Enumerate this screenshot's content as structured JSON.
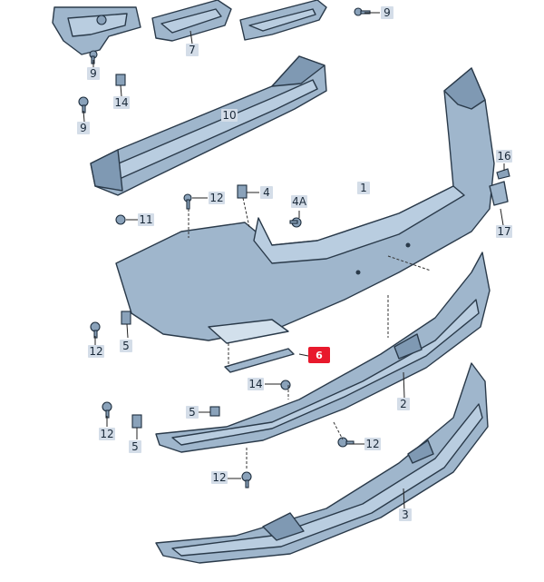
{
  "callouts": [
    {
      "id": "9",
      "highlight": false
    },
    {
      "id": "7",
      "highlight": false
    },
    {
      "id": "9",
      "highlight": false
    },
    {
      "id": "14",
      "highlight": false
    },
    {
      "id": "9",
      "highlight": false
    },
    {
      "id": "10",
      "highlight": false
    },
    {
      "id": "12",
      "highlight": false
    },
    {
      "id": "4",
      "highlight": false
    },
    {
      "id": "1",
      "highlight": false
    },
    {
      "id": "16",
      "highlight": false
    },
    {
      "id": "11",
      "highlight": false
    },
    {
      "id": "4A",
      "highlight": false
    },
    {
      "id": "17",
      "highlight": false
    },
    {
      "id": "12",
      "highlight": false
    },
    {
      "id": "5",
      "highlight": false
    },
    {
      "id": "6",
      "highlight": true
    },
    {
      "id": "14",
      "highlight": false
    },
    {
      "id": "2",
      "highlight": false
    },
    {
      "id": "5",
      "highlight": false
    },
    {
      "id": "12",
      "highlight": false
    },
    {
      "id": "5",
      "highlight": false
    },
    {
      "id": "12",
      "highlight": false
    },
    {
      "id": "12",
      "highlight": false
    },
    {
      "id": "3",
      "highlight": false
    }
  ],
  "colors": {
    "part_fill": "#9fb6cc",
    "label_box": "#d4dde8",
    "highlight": "#e8192c"
  }
}
